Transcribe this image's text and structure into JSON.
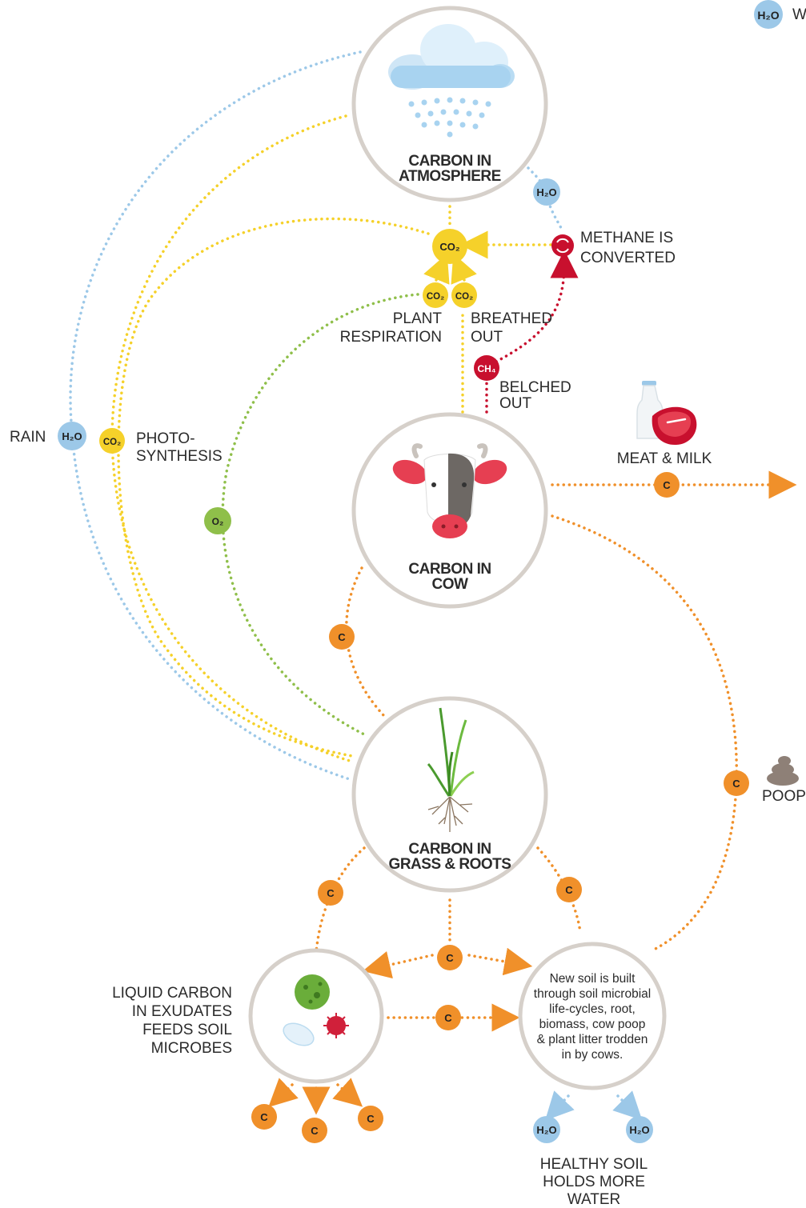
{
  "legend": {
    "badge": "H₂O",
    "text": "W"
  },
  "nodes": {
    "atmosphere": {
      "title_line1": "CARBON IN",
      "title_line2": "ATMOSPHERE"
    },
    "cow": {
      "title_line1": "CARBON IN",
      "title_line2": "COW"
    },
    "grass": {
      "title_line1": "CARBON IN",
      "title_line2": "GRASS & ROOTS"
    },
    "new_soil": {
      "lines": [
        "New soil is built",
        "through soil microbial",
        "life-cycles, root,",
        "biomass, cow poop",
        "& plant litter trodden",
        "in by cows."
      ]
    }
  },
  "labels": {
    "methane": [
      "METHANE IS",
      "CONVERTED"
    ],
    "plant_respiration": [
      "PLANT",
      "RESPIRATION"
    ],
    "breathed_out": [
      "BREATHED",
      "OUT"
    ],
    "belched_out": [
      "BELCHED",
      "OUT"
    ],
    "rain": "RAIN",
    "photosynthesis": [
      "PHOTO-",
      "SYNTHESIS"
    ],
    "meat_milk": "MEAT & MILK",
    "poop": "POOP",
    "liquid_carbon": [
      "LIQUID CARBON",
      "IN EXUDATES",
      "FEEDS SOIL",
      "MICROBES"
    ],
    "healthy_soil": [
      "HEALTHY SOIL",
      "HOLDS MORE",
      "WATER"
    ]
  },
  "badges": {
    "co2": "CO₂",
    "h2o": "H₂O",
    "o2": "O₂",
    "ch4": "CH₄",
    "c": "C"
  },
  "colors": {
    "water": "#9cc8e8",
    "co2": "#f5d12a",
    "oxygen": "#8fbf4a",
    "methane": "#c8102e",
    "carbon": "#f0902a",
    "circle_border": "#d6d0ca"
  }
}
